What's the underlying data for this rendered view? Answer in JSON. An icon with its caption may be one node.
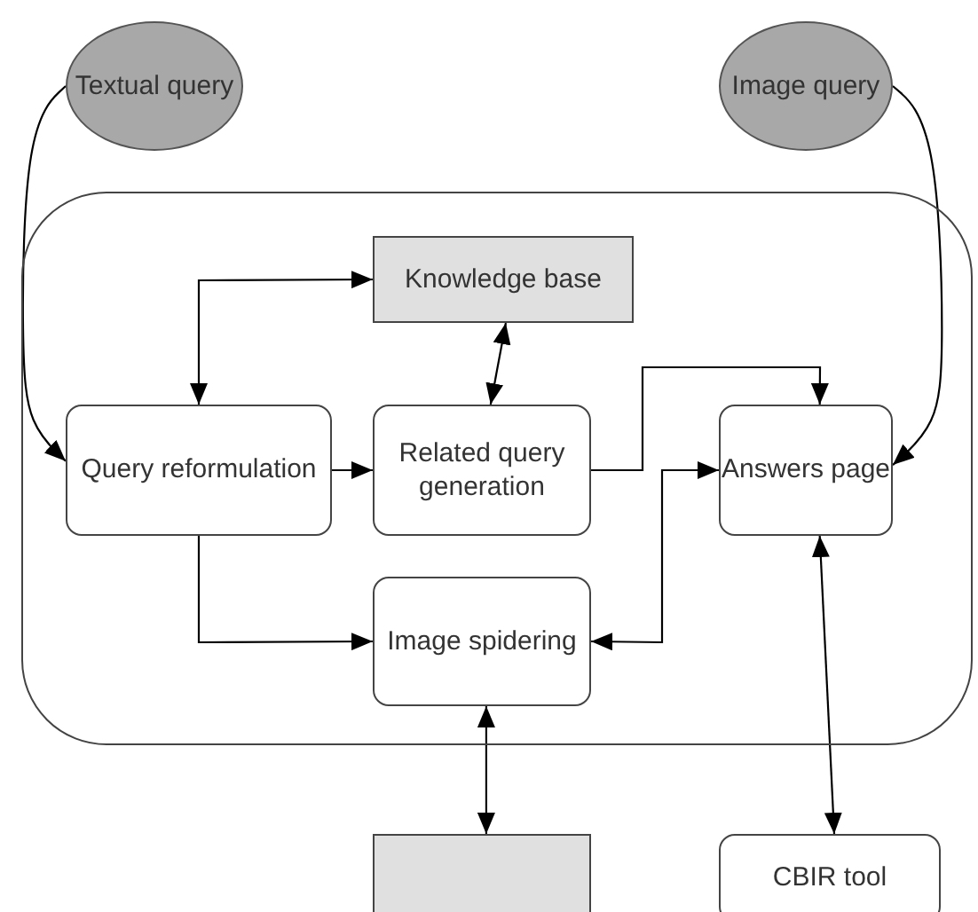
{
  "diagram": {
    "nodes": [
      {
        "text": [
          "Textual query"
        ]
      },
      {
        "text": [
          "Image query"
        ]
      },
      {
        "text": [],
        "shape": "box"
      },
      {
        "text": [
          "Knowledge base"
        ],
        "in": 2
      },
      {
        "text": [
          "Query reformulation"
        ],
        "in": 2
      },
      {
        "text": [
          "Related query generation"
        ],
        "in": 2
      },
      {
        "text": [
          "Answers page"
        ],
        "in": 2
      },
      {
        "text": [
          "Image spidering"
        ],
        "in": 2
      },
      {
        "text": [],
        "shape": "box"
      },
      {
        "text": [
          "CBIR tool"
        ]
      }
    ],
    "edges": [
      {
        "from": 0,
        "to": 4,
        "arrow": "to"
      },
      {
        "from": 1,
        "to": 6,
        "arrow": "to"
      },
      {
        "from": 3,
        "to": 4,
        "arrow": "both"
      },
      {
        "from": 3,
        "to": 5,
        "arrow": "both"
      },
      {
        "from": 4,
        "to": 5,
        "arrow": "to"
      },
      {
        "from": 5,
        "to": 6,
        "arrow": "to"
      },
      {
        "from": 6,
        "to": 7,
        "arrow": "both"
      },
      {
        "from": 4,
        "to": 7,
        "arrow": "to"
      },
      {
        "from": 7,
        "to": 8,
        "arrow": "both"
      },
      {
        "from": 6,
        "to": 9,
        "arrow": "both"
      }
    ]
  }
}
